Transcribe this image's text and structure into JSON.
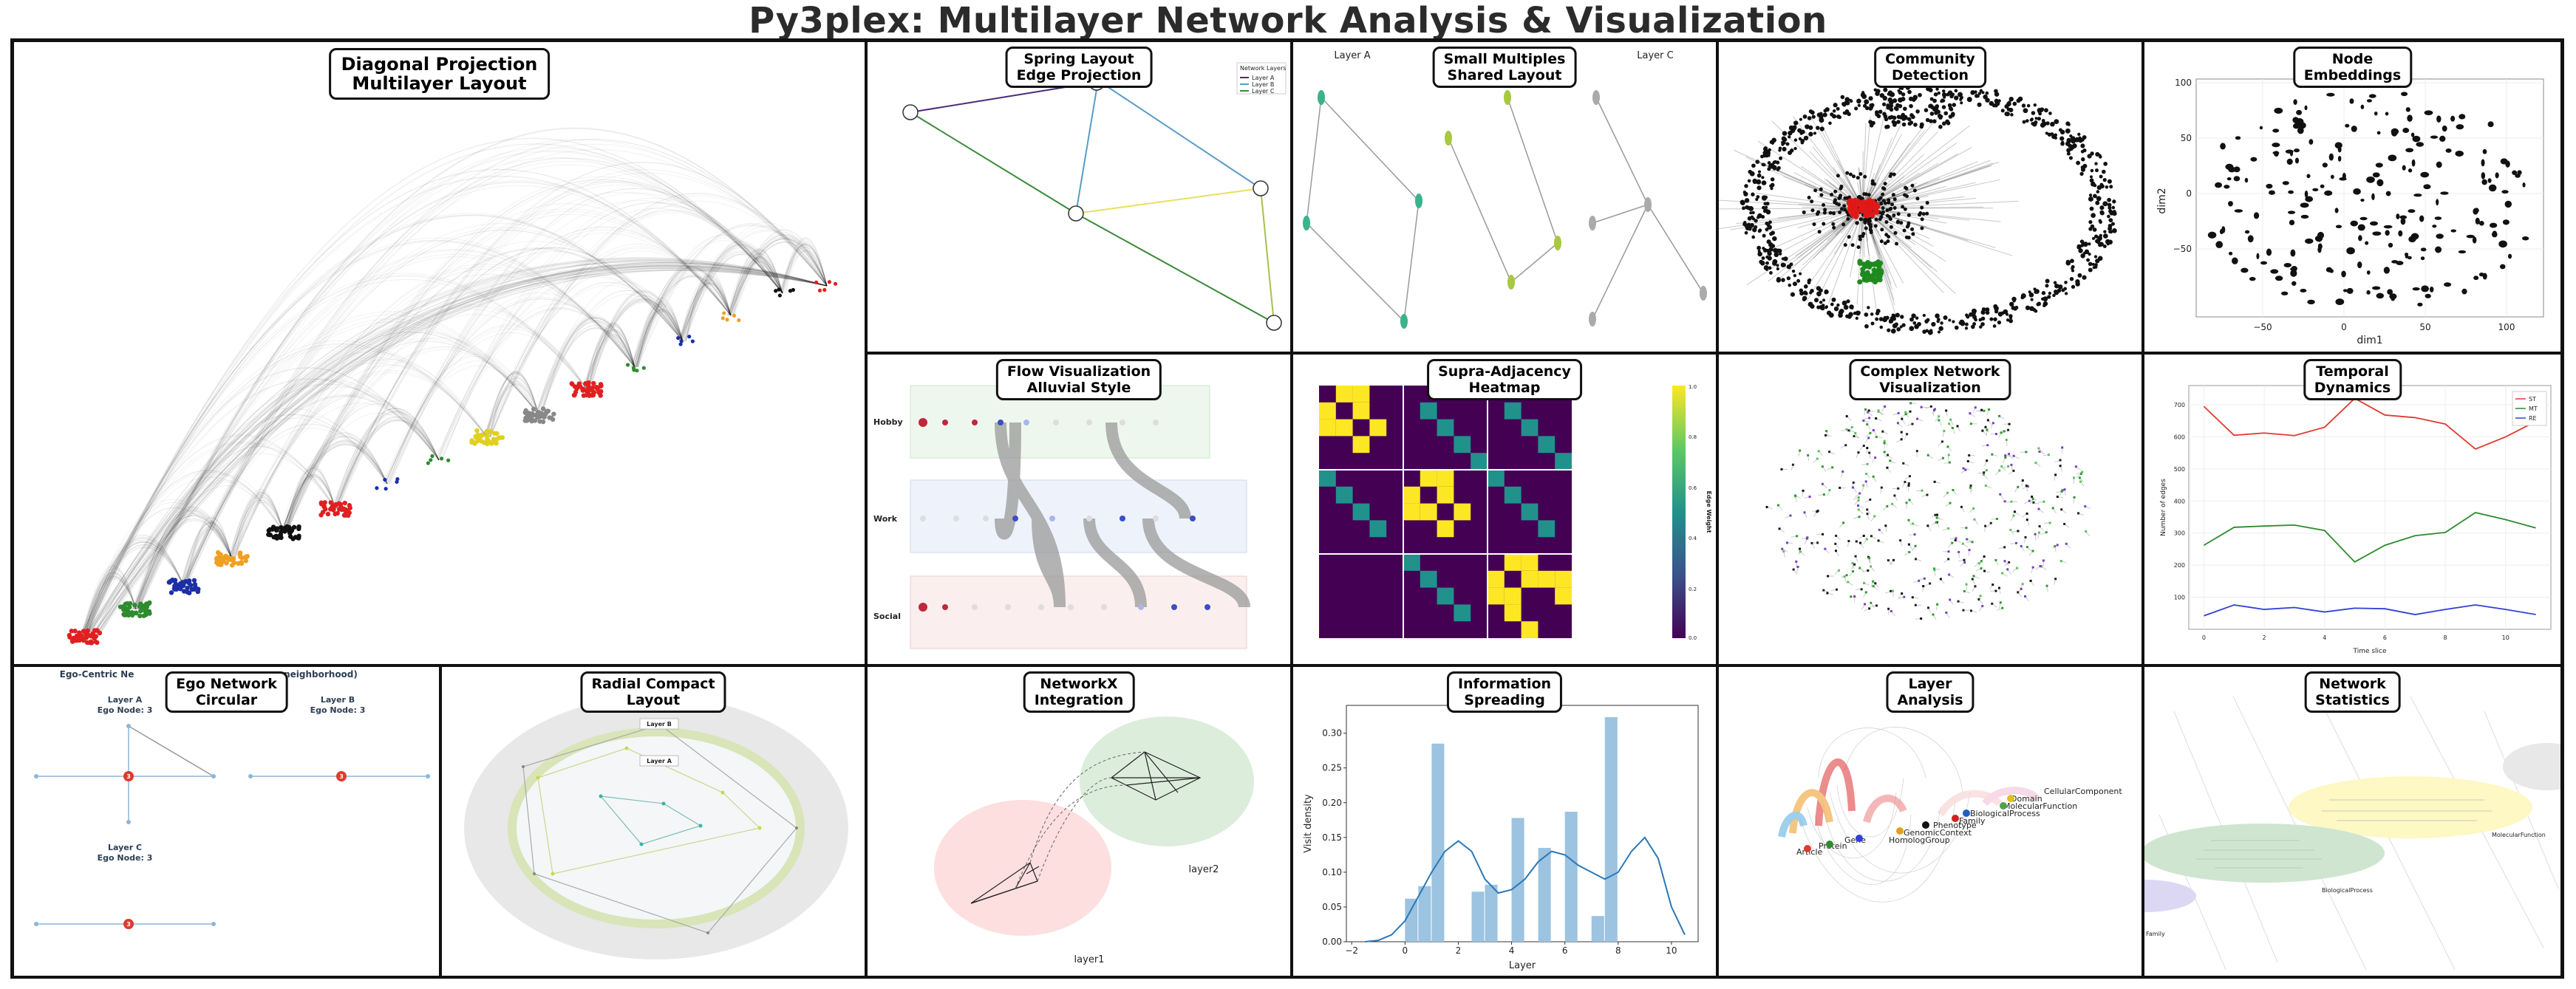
{
  "title": "Py3plex: Multilayer Network Analysis & Visualization",
  "panels": {
    "diagonal": {
      "title1": "Diagonal Projection",
      "title2": "Multilayer Layout"
    },
    "spring": {
      "title1": "Spring Layout",
      "title2": "Edge Projection",
      "legend_title": "Network Layers",
      "legend": [
        "Layer A",
        "Layer B",
        "Layer C"
      ]
    },
    "small_multiples": {
      "title1": "Small Multiples",
      "title2": "Shared Layout",
      "label_a": "Layer A",
      "label_c": "Layer C"
    },
    "community": {
      "title1": "Community",
      "title2": "Detection"
    },
    "embeddings": {
      "title1": "Node",
      "title2": "Embeddings",
      "xlabel": "dim1",
      "ylabel": "dim2",
      "xticks": [
        "−50",
        "0",
        "50",
        "100"
      ],
      "yticks": [
        "100",
        "50",
        "0",
        "−50"
      ]
    },
    "flow": {
      "title1": "Flow Visualization",
      "title2": "Alluvial Style",
      "rows": [
        "Hobby",
        "Work",
        "Social"
      ]
    },
    "heatmap": {
      "title1": "Supra-Adjacency",
      "title2": "Heatmap",
      "cbar_label": "Edge Weight",
      "cbar_ticks": [
        "1.0",
        "0.8",
        "0.6",
        "0.4",
        "0.2",
        "0.0"
      ]
    },
    "complex": {
      "title1": "Complex Network",
      "title2": "Visualization"
    },
    "temporal": {
      "title1": "Temporal",
      "title2": "Dynamics",
      "legend": [
        "ST",
        "MT",
        "RE"
      ],
      "xlabel": "Time slice",
      "ylabel": "Number of edges",
      "yticks": [
        "700",
        "600",
        "500",
        "400",
        "300",
        "200",
        "100"
      ],
      "xticks": [
        "0",
        "2",
        "4",
        "6",
        "8",
        "10"
      ]
    },
    "ego": {
      "title1": "Ego Network",
      "title2": "Circular",
      "header": "Ego-Centric Ne",
      "header_tail": "neighborhood)",
      "layer_a": "Layer A",
      "ego_a": "Ego Node: 3",
      "layer_b": "Layer B",
      "ego_b": "Ego Node: 3",
      "layer_c": "Layer C",
      "ego_c": "Ego Node: 3",
      "ego_value": "3"
    },
    "radial": {
      "title1": "Radial Compact",
      "title2": "Layout",
      "layer_b": "Layer B",
      "layer_a": "Layer A"
    },
    "networkx": {
      "title1": "NetworkX",
      "title2": "Integration",
      "layer1": "layer1",
      "layer2": "layer2"
    },
    "spreading": {
      "title1": "Information",
      "title2": "Spreading",
      "xlabel": "Layer",
      "ylabel": "Visit density"
    },
    "layer_analysis": {
      "title1": "Layer",
      "title2": "Analysis",
      "labels": [
        "CellularComponent",
        "Domain",
        "MolecularFunction",
        "BiologicalProcess",
        "Family",
        "Phenotype",
        "GenomicContext",
        "HomologGroup",
        "Gene",
        "Protein",
        "Article"
      ]
    },
    "netstats": {
      "title1": "Network",
      "title2": "Statistics",
      "labels": [
        "MolecularFunction",
        "BiologicalProcess",
        "Family"
      ]
    }
  },
  "chart_data": [
    {
      "type": "line",
      "title": "",
      "xlabel": "Time slice",
      "ylabel": "Number of edges",
      "x": [
        0,
        1,
        2,
        3,
        4,
        5,
        6,
        7,
        8,
        9,
        10,
        11
      ],
      "series": [
        {
          "name": "ST",
          "color": "#e03a2f",
          "values": [
            695,
            605,
            612,
            604,
            630,
            720,
            668,
            660,
            640,
            562,
            600,
            648
          ]
        },
        {
          "name": "MT",
          "color": "#2e8b2e",
          "values": [
            262,
            318,
            322,
            325,
            308,
            210,
            262,
            292,
            302,
            364,
            342,
            316
          ]
        },
        {
          "name": "RE",
          "color": "#3040d8",
          "values": [
            42,
            76,
            62,
            68,
            54,
            66,
            64,
            46,
            62,
            76,
            62,
            46
          ]
        }
      ],
      "xlim": [
        -0.5,
        11.5
      ],
      "ylim": [
        0,
        760
      ]
    },
    {
      "type": "bar",
      "title": "",
      "xlabel": "Layer",
      "ylabel": "Visit density",
      "bin_width": 0.5,
      "bins": [
        0,
        0.5,
        1,
        1.5,
        2.5,
        3,
        3.5,
        4,
        5,
        5.5,
        6,
        7,
        7.5,
        8,
        8.5
      ],
      "values": [
        0.062,
        0.08,
        0.285,
        0.0,
        0.072,
        0.082,
        0.0,
        0.178,
        0.135,
        0.0,
        0.187,
        0.037,
        0.323,
        0.0,
        0.0
      ],
      "kde_x": [
        -1.5,
        -1,
        -0.5,
        0,
        0.5,
        1,
        1.5,
        2,
        2.5,
        3,
        3.5,
        4,
        4.5,
        5,
        5.5,
        6,
        6.5,
        7,
        7.5,
        8,
        8.5,
        9,
        9.5,
        10,
        10.5
      ],
      "kde_y": [
        0,
        0.002,
        0.01,
        0.03,
        0.065,
        0.1,
        0.13,
        0.145,
        0.13,
        0.09,
        0.07,
        0.075,
        0.09,
        0.115,
        0.13,
        0.125,
        0.11,
        0.1,
        0.09,
        0.1,
        0.13,
        0.15,
        0.12,
        0.05,
        0.01
      ],
      "xticks": [
        -2,
        0,
        2,
        4,
        6,
        8,
        10
      ],
      "yticks": [
        0.0,
        0.05,
        0.1,
        0.15,
        0.2,
        0.25,
        0.3
      ],
      "xlim": [
        -2.2,
        11
      ],
      "ylim": [
        0,
        0.34
      ]
    },
    {
      "type": "heatmap",
      "title": "",
      "cbar_label": "Edge Weight",
      "size": 15,
      "vmin": 0,
      "vmax": 1,
      "cells": [
        [
          0,
          1,
          1
        ],
        [
          0,
          2,
          1
        ],
        [
          1,
          0,
          1
        ],
        [
          1,
          2,
          1
        ],
        [
          2,
          0,
          1
        ],
        [
          2,
          1,
          1
        ],
        [
          2,
          3,
          1
        ],
        [
          3,
          2,
          1
        ],
        [
          1,
          6,
          0.5
        ],
        [
          2,
          7,
          0.5
        ],
        [
          3,
          8,
          0.5
        ],
        [
          4,
          9,
          0.5
        ],
        [
          1,
          11,
          0.5
        ],
        [
          2,
          12,
          0.5
        ],
        [
          3,
          13,
          0.5
        ],
        [
          4,
          14,
          0.5
        ],
        [
          5,
          0,
          0.5
        ],
        [
          6,
          1,
          0.5
        ],
        [
          7,
          2,
          0.5
        ],
        [
          8,
          3,
          0.5
        ],
        [
          5,
          6,
          1
        ],
        [
          6,
          5,
          1
        ],
        [
          6,
          7,
          1
        ],
        [
          7,
          6,
          1
        ],
        [
          7,
          8,
          1
        ],
        [
          8,
          7,
          1
        ],
        [
          5,
          7,
          1
        ],
        [
          7,
          5,
          1
        ],
        [
          5,
          10,
          0.5
        ],
        [
          6,
          11,
          0.5
        ],
        [
          7,
          12,
          0.5
        ],
        [
          8,
          13,
          0.5
        ],
        [
          10,
          5,
          0.5
        ],
        [
          11,
          6,
          0.5
        ],
        [
          12,
          7,
          0.5
        ],
        [
          13,
          8,
          0.5
        ],
        [
          10,
          11,
          1
        ],
        [
          11,
          10,
          1
        ],
        [
          11,
          12,
          1
        ],
        [
          12,
          11,
          1
        ],
        [
          11,
          13,
          1
        ],
        [
          13,
          11,
          1
        ],
        [
          12,
          14,
          1
        ],
        [
          14,
          12,
          1
        ],
        [
          10,
          12,
          1
        ],
        [
          12,
          10,
          1
        ],
        [
          11,
          14,
          1
        ]
      ]
    }
  ]
}
